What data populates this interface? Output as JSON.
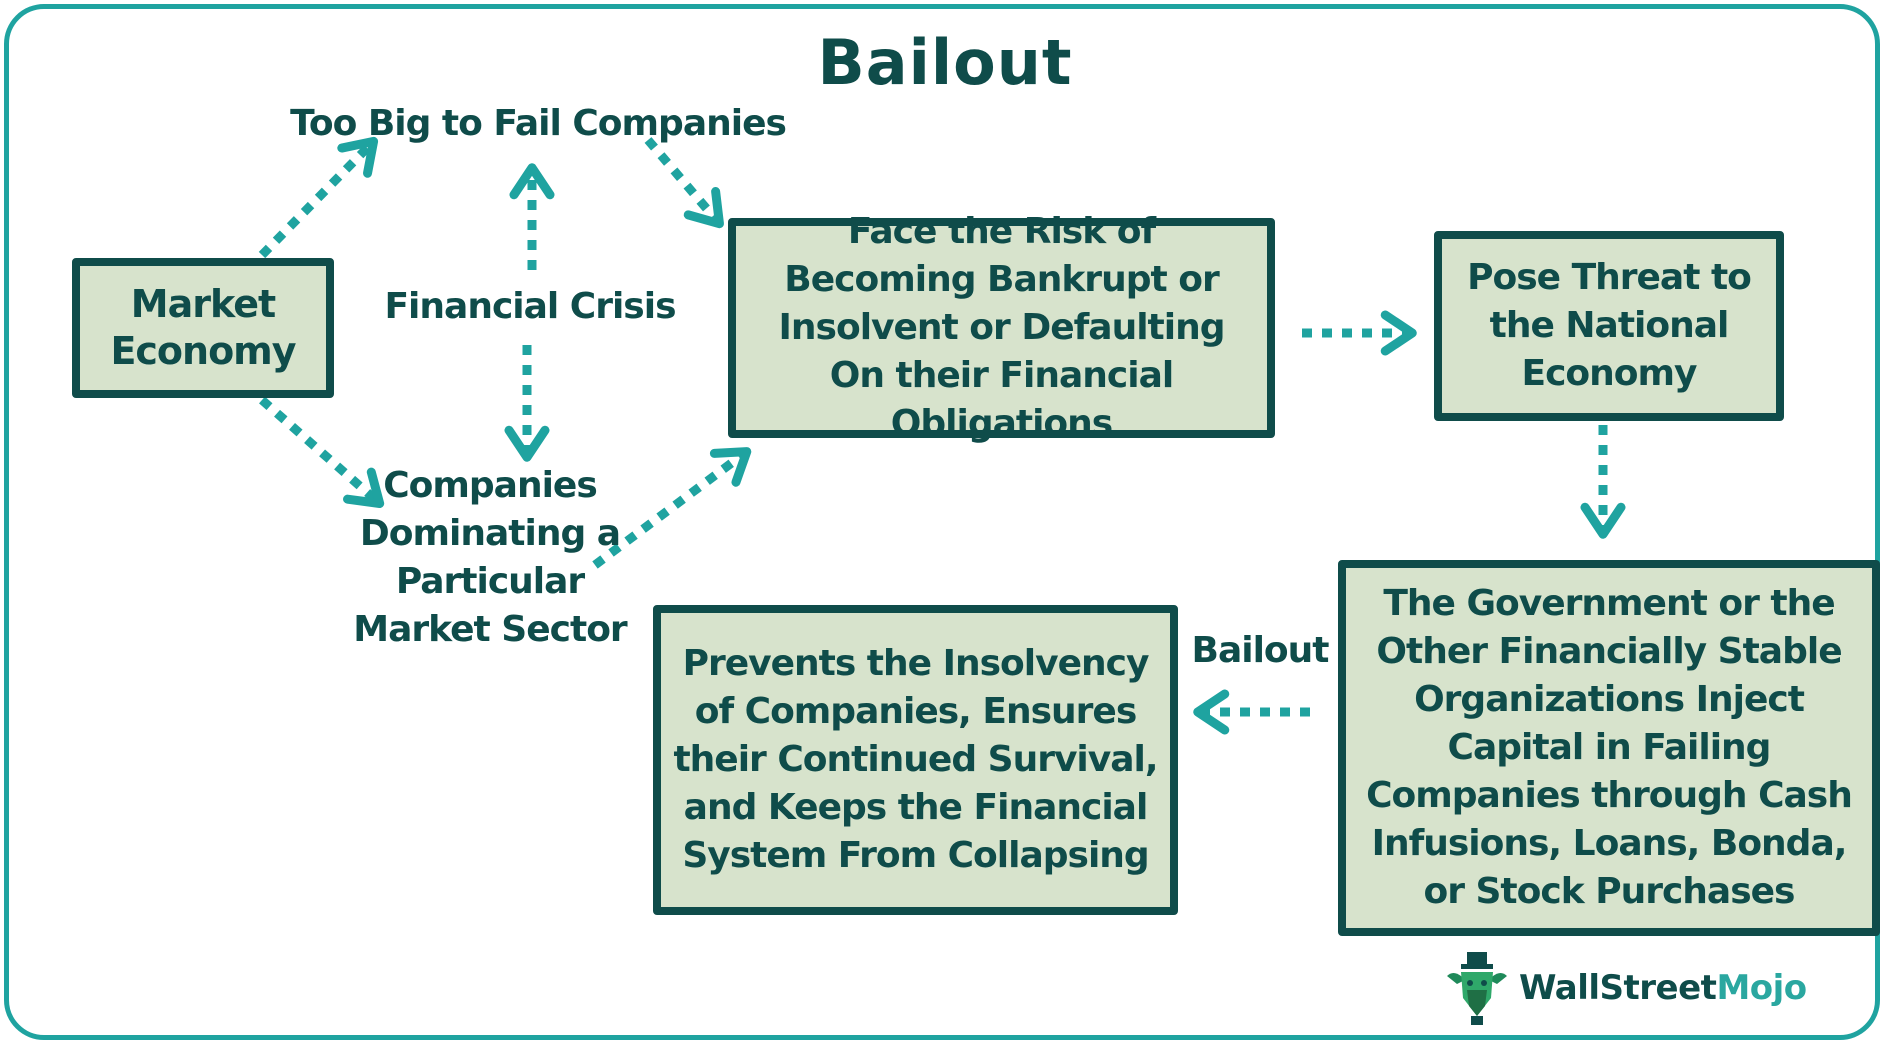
{
  "title": "Bailout",
  "nodes": {
    "market_economy": "Market Economy",
    "too_big": "Too Big to Fail Companies",
    "financial_crisis": "Financial Crisis",
    "companies_dominating": "Companies Dominating a Particular Market Sector",
    "face_risk": "Face the Risk of Becoming Bankrupt or Insolvent or Defaulting On their Financial Obligations",
    "pose_threat": "Pose Threat to the National Economy",
    "government": "The Government or the Other Financially Stable Organizations Inject Capital in Failing Companies through Cash Infusions, Loans, Bonda, or Stock Purchases",
    "prevents": "Prevents the Insolvency of Companies, Ensures their Continued Survival, and Keeps the Financial System From Collapsing",
    "bailout_label": "Bailout"
  },
  "brand": {
    "part1": "WallStreet",
    "part2": "Mojo"
  },
  "colors": {
    "dark": "#0f4c4a",
    "teal": "#1fa3a0",
    "box_fill": "#d7e3cc"
  }
}
